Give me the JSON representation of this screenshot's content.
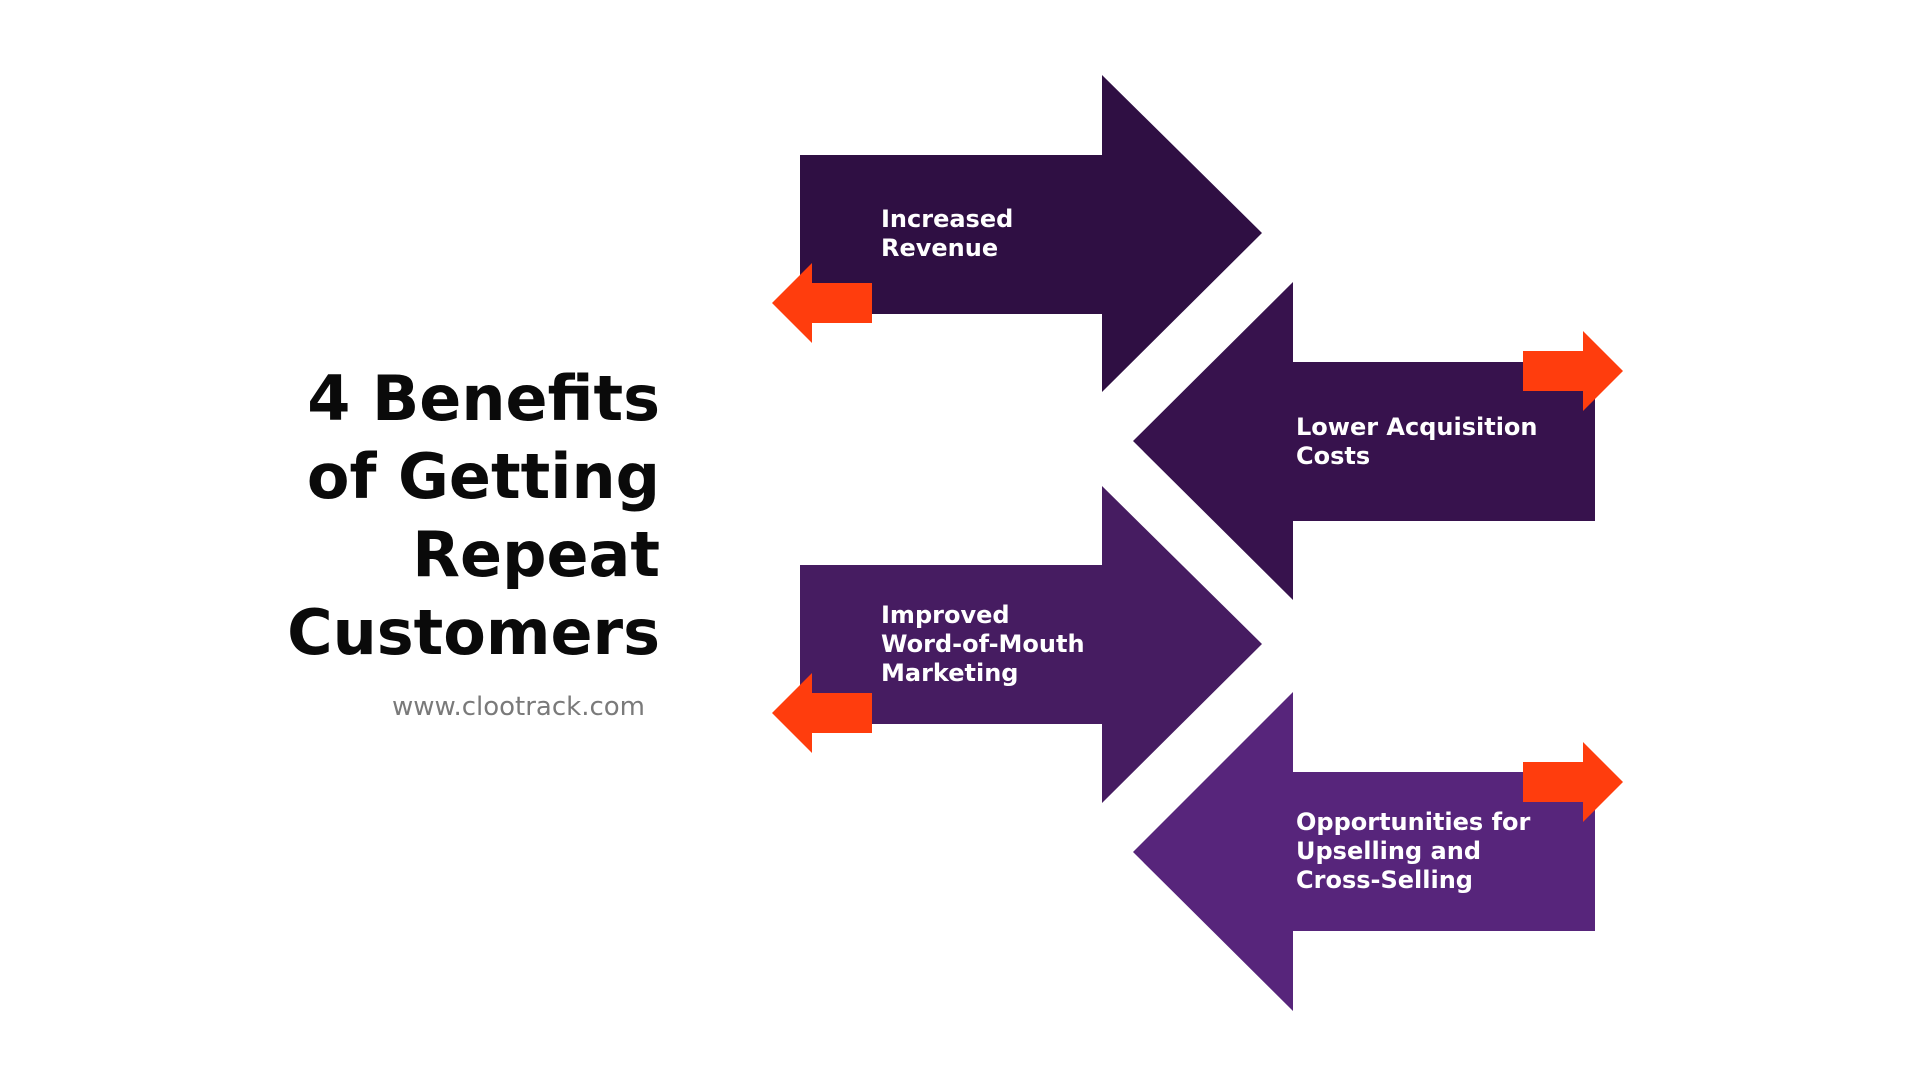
{
  "title": {
    "lines": [
      "4 Benefits",
      "of Getting",
      "Repeat",
      "Customers"
    ]
  },
  "website": "www.clootrack.com",
  "benefits": [
    {
      "lines": [
        "Increased",
        "Revenue"
      ],
      "fill": "#2f0f43",
      "direction": "right",
      "accent_side": "left"
    },
    {
      "lines": [
        "Lower Acquisition",
        "Costs"
      ],
      "fill": "#37124d",
      "direction": "left",
      "accent_side": "right"
    },
    {
      "lines": [
        "Improved",
        "Word-of-Mouth",
        "Marketing"
      ],
      "fill": "#461c61",
      "direction": "right",
      "accent_side": "left"
    },
    {
      "lines": [
        "Opportunities for",
        "Upselling and",
        "Cross-Selling"
      ],
      "fill": "#57257b",
      "direction": "left",
      "accent_side": "right"
    }
  ],
  "colors": {
    "accent_arrow": "#ff3d0d",
    "title_text": "#0a0a0a",
    "website_text": "#7a7a7a",
    "background": "#ffffff"
  }
}
